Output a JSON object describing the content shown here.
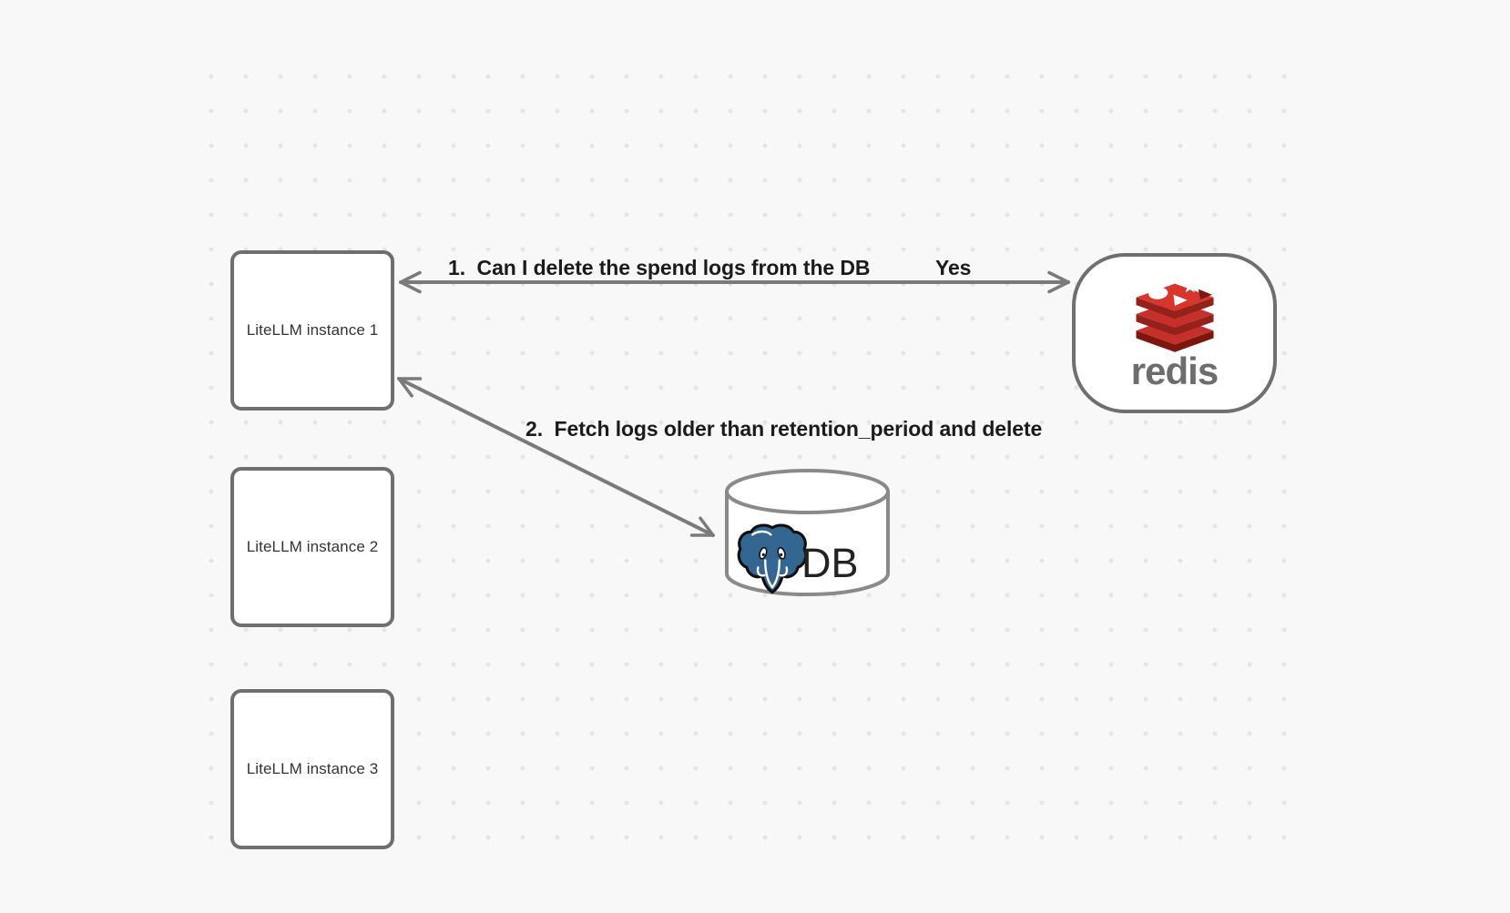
{
  "canvas": {
    "background_color": "#f8f8f8",
    "dot_color": "#e6e6e6"
  },
  "nodes": {
    "instances": [
      {
        "label": "LiteLLM instance 1"
      },
      {
        "label": "LiteLLM instance 2"
      },
      {
        "label": "LiteLLM instance 3"
      }
    ],
    "redis": {
      "label": "redis",
      "icon": "redis-stack-icon",
      "brand_red": "#c6302b",
      "brand_red_dark": "#93231a",
      "wordmark_color": "#6d6d6d"
    },
    "db": {
      "label": "DB",
      "icon": "postgresql-elephant-icon",
      "postgres_blue": "#336791"
    }
  },
  "arrows": [
    {
      "id": "redis-to-litellm-1",
      "direction": "double",
      "question": "1.  Can I delete the spend logs from the DB",
      "answer": "Yes"
    },
    {
      "id": "db-to-litellm-1",
      "direction": "double",
      "label": "2.  Fetch logs older than retention_period and delete"
    }
  ],
  "style": {
    "stroke_color": "#7a7a7a",
    "node_border_color": "#6f6f6f",
    "cylinder_border_color": "#8a8a8a",
    "label_color": "#1b1b1b"
  }
}
